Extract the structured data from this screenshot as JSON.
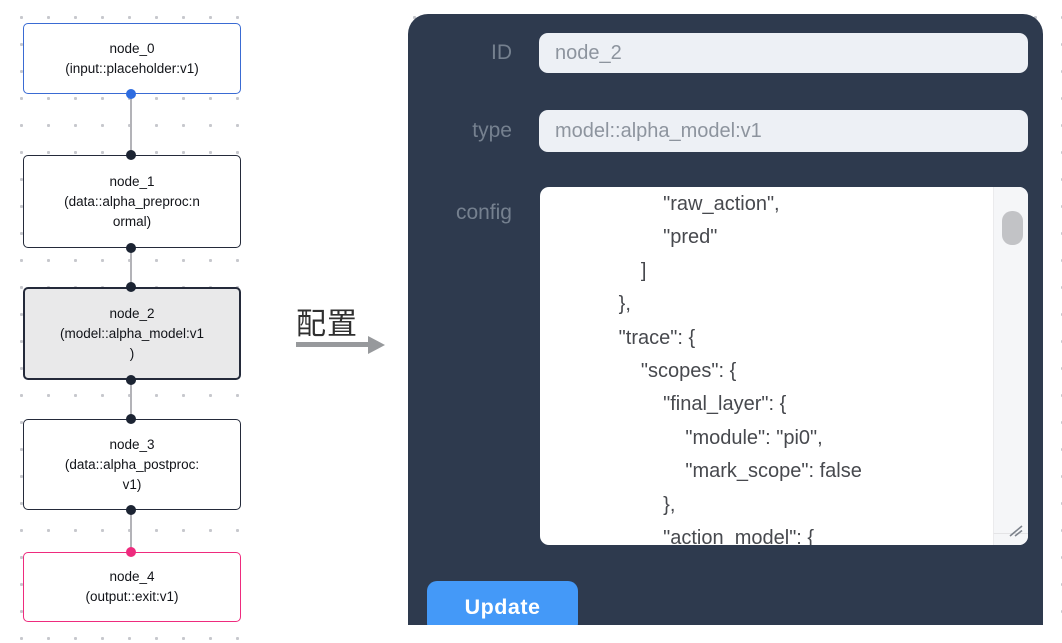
{
  "flow": {
    "nodes": [
      {
        "id": "node_0",
        "accent": "blue",
        "lines": [
          "node_0",
          "(input::placeholder:v1)"
        ]
      },
      {
        "id": "node_1",
        "accent": "dark",
        "lines": [
          "node_1",
          "(data::alpha_preproc:n",
          "ormal)"
        ]
      },
      {
        "id": "node_2",
        "accent": "dark",
        "selected": true,
        "lines": [
          "node_2",
          "(model::alpha_model:v1",
          ")"
        ]
      },
      {
        "id": "node_3",
        "accent": "dark",
        "lines": [
          "node_3",
          "(data::alpha_postproc:",
          "v1)"
        ]
      },
      {
        "id": "node_4",
        "accent": "pink",
        "lines": [
          "node_4",
          "(output::exit:v1)"
        ]
      }
    ]
  },
  "transition": {
    "label": "配置"
  },
  "panel": {
    "fields": [
      {
        "label": "ID",
        "value": "node_2"
      },
      {
        "label": "type",
        "value": "model::alpha_model:v1"
      }
    ],
    "config_label": "config",
    "config_lines": [
      "                    \"raw_action\",",
      "                    \"pred\"",
      "                ]",
      "            },",
      "            \"trace\": {",
      "                \"scopes\": {",
      "                    \"final_layer\": {",
      "                        \"module\": \"pi0\",",
      "                        \"mark_scope\": false",
      "                    },",
      "                    \"action_model\": {"
    ],
    "update_label": "Update"
  },
  "colors": {
    "panel_bg": "#2e3a4e",
    "node_selected_bg": "#e9e9ea",
    "accent_blue": "#3a6bd3",
    "accent_pink": "#ee2b7e",
    "handle_dark": "#1c2433",
    "button_blue": "#4499f8",
    "edge_gray": "#b3b3b8"
  }
}
